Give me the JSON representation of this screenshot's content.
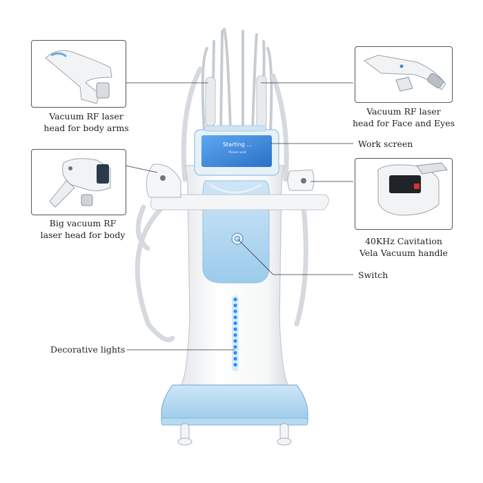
{
  "screen": {
    "title": "Starting ...",
    "subtitle": "Please wait"
  },
  "labels": {
    "body_arms": [
      "Vacuum RF laser",
      "head for body arms"
    ],
    "face_eyes": [
      "Vacuum RF laser",
      "head for Face and Eyes"
    ],
    "work_screen": "Work screen",
    "big_vacuum": [
      "Big vacuum RF",
      "laser head for body"
    ],
    "cavitation": [
      "40KHz Cavitation",
      "Vela Vacuum handle"
    ],
    "switch": "Switch",
    "lights": "Decorative lights"
  },
  "colors": {
    "accent_blue": "#a9d3ef",
    "led_blue": "#2a8cff",
    "screen_blue": "#3f8fe0"
  }
}
